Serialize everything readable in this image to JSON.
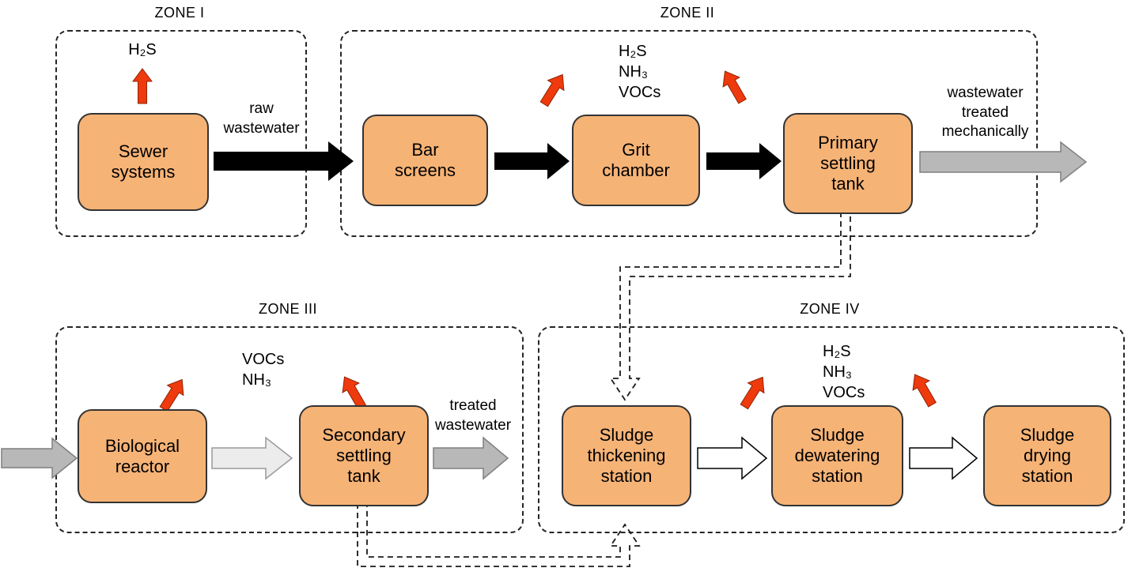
{
  "colors": {
    "box-fill": "#F6B376",
    "box-border": "#333333",
    "red-arrow": "#EE3A0C",
    "gray-arrow": "#B8B8B8",
    "gray-arrow-border": "#7F7F7F",
    "light-arrow": "#ECECEC",
    "zone-border": "#262626"
  },
  "zone1": {
    "title": "ZONE I",
    "box_sewer": "Sewer\nsystems",
    "gas": "H₂S",
    "flow_out": "raw\nwastewater"
  },
  "zone2": {
    "title": "ZONE II",
    "box_bar_screens": "Bar\nscreens",
    "box_grit_chamber": "Grit\nchamber",
    "box_primary_settling": "Primary\nsettling\ntank",
    "gases": [
      "H₂S",
      "NH₃",
      "VOCs"
    ],
    "flow_out": "wastewater\ntreated\nmechanically"
  },
  "zone3": {
    "title": "ZONE III",
    "box_biological_reactor": "Biological\nreactor",
    "box_secondary_settling": "Secondary\nsettling\ntank",
    "gases": [
      "VOCs",
      "NH₃"
    ],
    "flow_out": "treated\nwastewater"
  },
  "zone4": {
    "title": "ZONE IV",
    "box_sludge_thickening": "Sludge\nthickening\nstation",
    "box_sludge_dewatering": "Sludge\ndewatering\nstation",
    "box_sludge_drying": "Sludge\ndrying\nstation",
    "gases": [
      "H₂S",
      "NH₃",
      "VOCs"
    ]
  }
}
